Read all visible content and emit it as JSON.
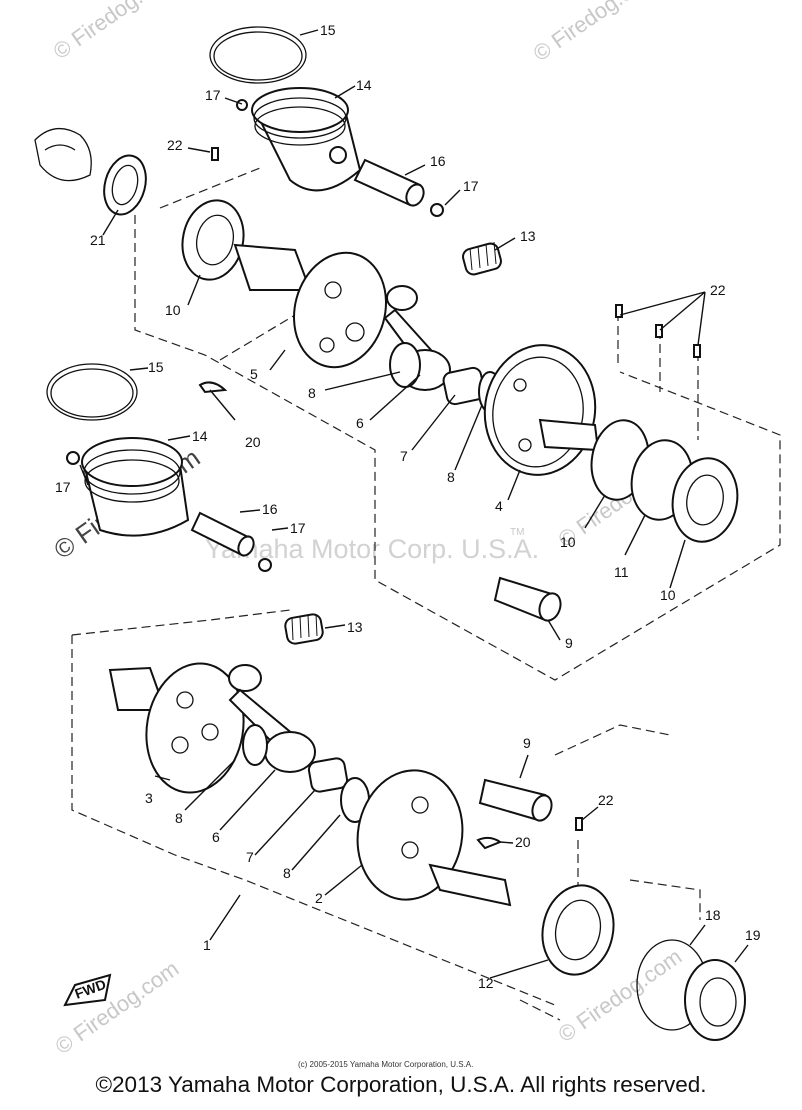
{
  "diagram": {
    "part_labels": {
      "p1": "1",
      "p2": "2",
      "p3": "3",
      "p4": "4",
      "p5": "5",
      "p6a": "6",
      "p6b": "6",
      "p7a": "7",
      "p7b": "7",
      "p8a": "8",
      "p8b": "8",
      "p8c": "8",
      "p8d": "8",
      "p9a": "9",
      "p9b": "9",
      "p10a": "10",
      "p10b": "10",
      "p10c": "10",
      "p11": "11",
      "p12": "12",
      "p13a": "13",
      "p13b": "13",
      "p14a": "14",
      "p14b": "14",
      "p15a": "15",
      "p15b": "15",
      "p16a": "16",
      "p16b": "16",
      "p17a": "17",
      "p17b": "17",
      "p17c": "17",
      "p17d": "17",
      "p18": "18",
      "p19": "19",
      "p20a": "20",
      "p20b": "20",
      "p21": "21",
      "p22a": "22",
      "p22b": "22",
      "p22c": "22"
    },
    "fwd_label": "FWD"
  },
  "watermarks": {
    "brand": "© Firedog.com",
    "center": "Yamaha Motor Corp. U.S.A.",
    "tm": "TM"
  },
  "copyright": {
    "small": "(c) 2005-2015 Yamaha Motor Corporation, U.S.A.",
    "footer": "©2013 Yamaha Motor Corporation, U.S.A. All rights reserved."
  }
}
